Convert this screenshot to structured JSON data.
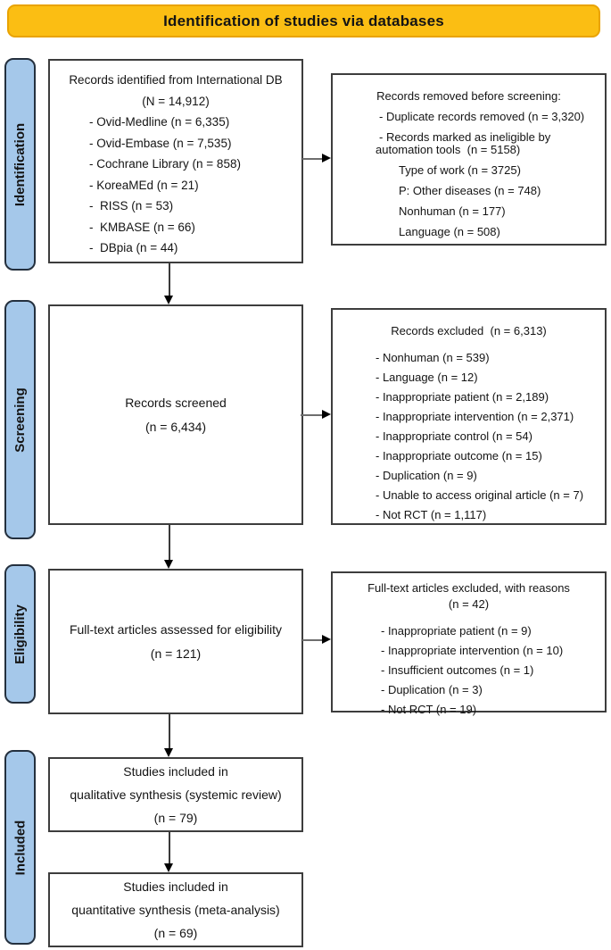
{
  "banner": {
    "title": "Identification of studies via databases"
  },
  "stages": [
    {
      "label": "Identification"
    },
    {
      "label": "Screening"
    },
    {
      "label": "Eligibility"
    },
    {
      "label": "Included"
    }
  ],
  "boxes": {
    "identified": {
      "lines": [
        {
          "t": "Records identified from International DB",
          "cls": "c"
        },
        {
          "t": "(N = 14,912)",
          "cls": "c"
        },
        {
          "t": "- Ovid-Medline (n = 6,335)",
          "cls": "i1"
        },
        {
          "t": "- Ovid-Embase (n = 7,535)",
          "cls": "i1"
        },
        {
          "t": "- Cochrane Library (n = 858)",
          "cls": "i1"
        },
        {
          "t": "- KoreaMEd (n = 21)",
          "cls": "i1"
        },
        {
          "t": "-  RISS (n = 53)",
          "cls": "i1"
        },
        {
          "t": "-  KMBASE (n = 66)",
          "cls": "i1"
        },
        {
          "t": "-  DBpia (n = 44)",
          "cls": "i1"
        }
      ]
    },
    "removed": {
      "lines": [
        {
          "t": "Records removed before screening:",
          "cls": "c"
        },
        {
          "t": "- Duplicate records removed (n = 3,320)",
          "cls": "i1"
        },
        {
          "t": "- Records marked as ineligible by",
          "cls": "i1"
        },
        {
          "t": "automation tools  (n = 5158)",
          "cls": "i1b tight"
        },
        {
          "t": "Type of work (n = 3725)",
          "cls": "i2"
        },
        {
          "t": "P: Other diseases (n = 748)",
          "cls": "i2"
        },
        {
          "t": "Nonhuman (n = 177)",
          "cls": "i2"
        },
        {
          "t": "Language (n = 508)",
          "cls": "i2"
        }
      ]
    },
    "screened": {
      "lines": [
        {
          "t": "Records screened",
          "cls": "c"
        },
        {
          "t": "(n = 6,434)",
          "cls": "c"
        }
      ]
    },
    "excluded": {
      "lines": [
        {
          "t": "Records excluded  (n = 6,313)",
          "cls": "c"
        },
        {
          "t": "- Nonhuman (n = 539)",
          "cls": "i1 mt"
        },
        {
          "t": "- Language (n = 12)",
          "cls": "i1"
        },
        {
          "t": "- Inappropriate patient (n = 2,189)",
          "cls": "i1"
        },
        {
          "t": "- Inappropriate intervention (n = 2,371)",
          "cls": "i1"
        },
        {
          "t": "- Inappropriate control (n = 54)",
          "cls": "i1"
        },
        {
          "t": "- Inappropriate outcome (n = 15)",
          "cls": "i1"
        },
        {
          "t": "- Duplication (n = 9)",
          "cls": "i1"
        },
        {
          "t": "- Unable to access original article (n = 7)",
          "cls": "i1"
        },
        {
          "t": "- Not RCT (n = 1,117)",
          "cls": "i1"
        }
      ]
    },
    "fulltext": {
      "lines": [
        {
          "t": "Full-text articles assessed for eligibility",
          "cls": "c"
        },
        {
          "t": "(n = 121)",
          "cls": "c"
        }
      ]
    },
    "ft_excluded": {
      "lines": [
        {
          "t": "Full-text articles excluded, with reasons",
          "cls": "c"
        },
        {
          "t": "(n = 42)",
          "cls": "c tight2"
        },
        {
          "t": "- Inappropriate patient (n = 9)",
          "cls": "i1 mt"
        },
        {
          "t": "- Inappropriate intervention (n = 10)",
          "cls": "i1"
        },
        {
          "t": "- Insufficient outcomes (n = 1)",
          "cls": "i1"
        },
        {
          "t": "- Duplication (n = 3)",
          "cls": "i1"
        },
        {
          "t": "- Not RCT (n = 19)",
          "cls": "i1"
        }
      ]
    },
    "qualitative": {
      "lines": [
        {
          "t": "Studies included in",
          "cls": "c"
        },
        {
          "t": "qualitative synthesis (systemic review)",
          "cls": "c"
        },
        {
          "t": "(n = 79)",
          "cls": "c"
        }
      ]
    },
    "quantitative": {
      "lines": [
        {
          "t": "Studies included in",
          "cls": "c"
        },
        {
          "t": "quantitative synthesis (meta-analysis)",
          "cls": "c"
        },
        {
          "t": "(n = 69)",
          "cls": "c"
        }
      ]
    }
  },
  "colors": {
    "banner_fill": "#FBBE13",
    "banner_border": "#E9A302",
    "stage_fill": "#A5C8EA",
    "stage_border": "#24303E",
    "box_border": "#3D3D3D",
    "line": "#6E6E6E",
    "vline": "#3A3A3A",
    "arrow_head": "#000000",
    "text": "#141414"
  }
}
